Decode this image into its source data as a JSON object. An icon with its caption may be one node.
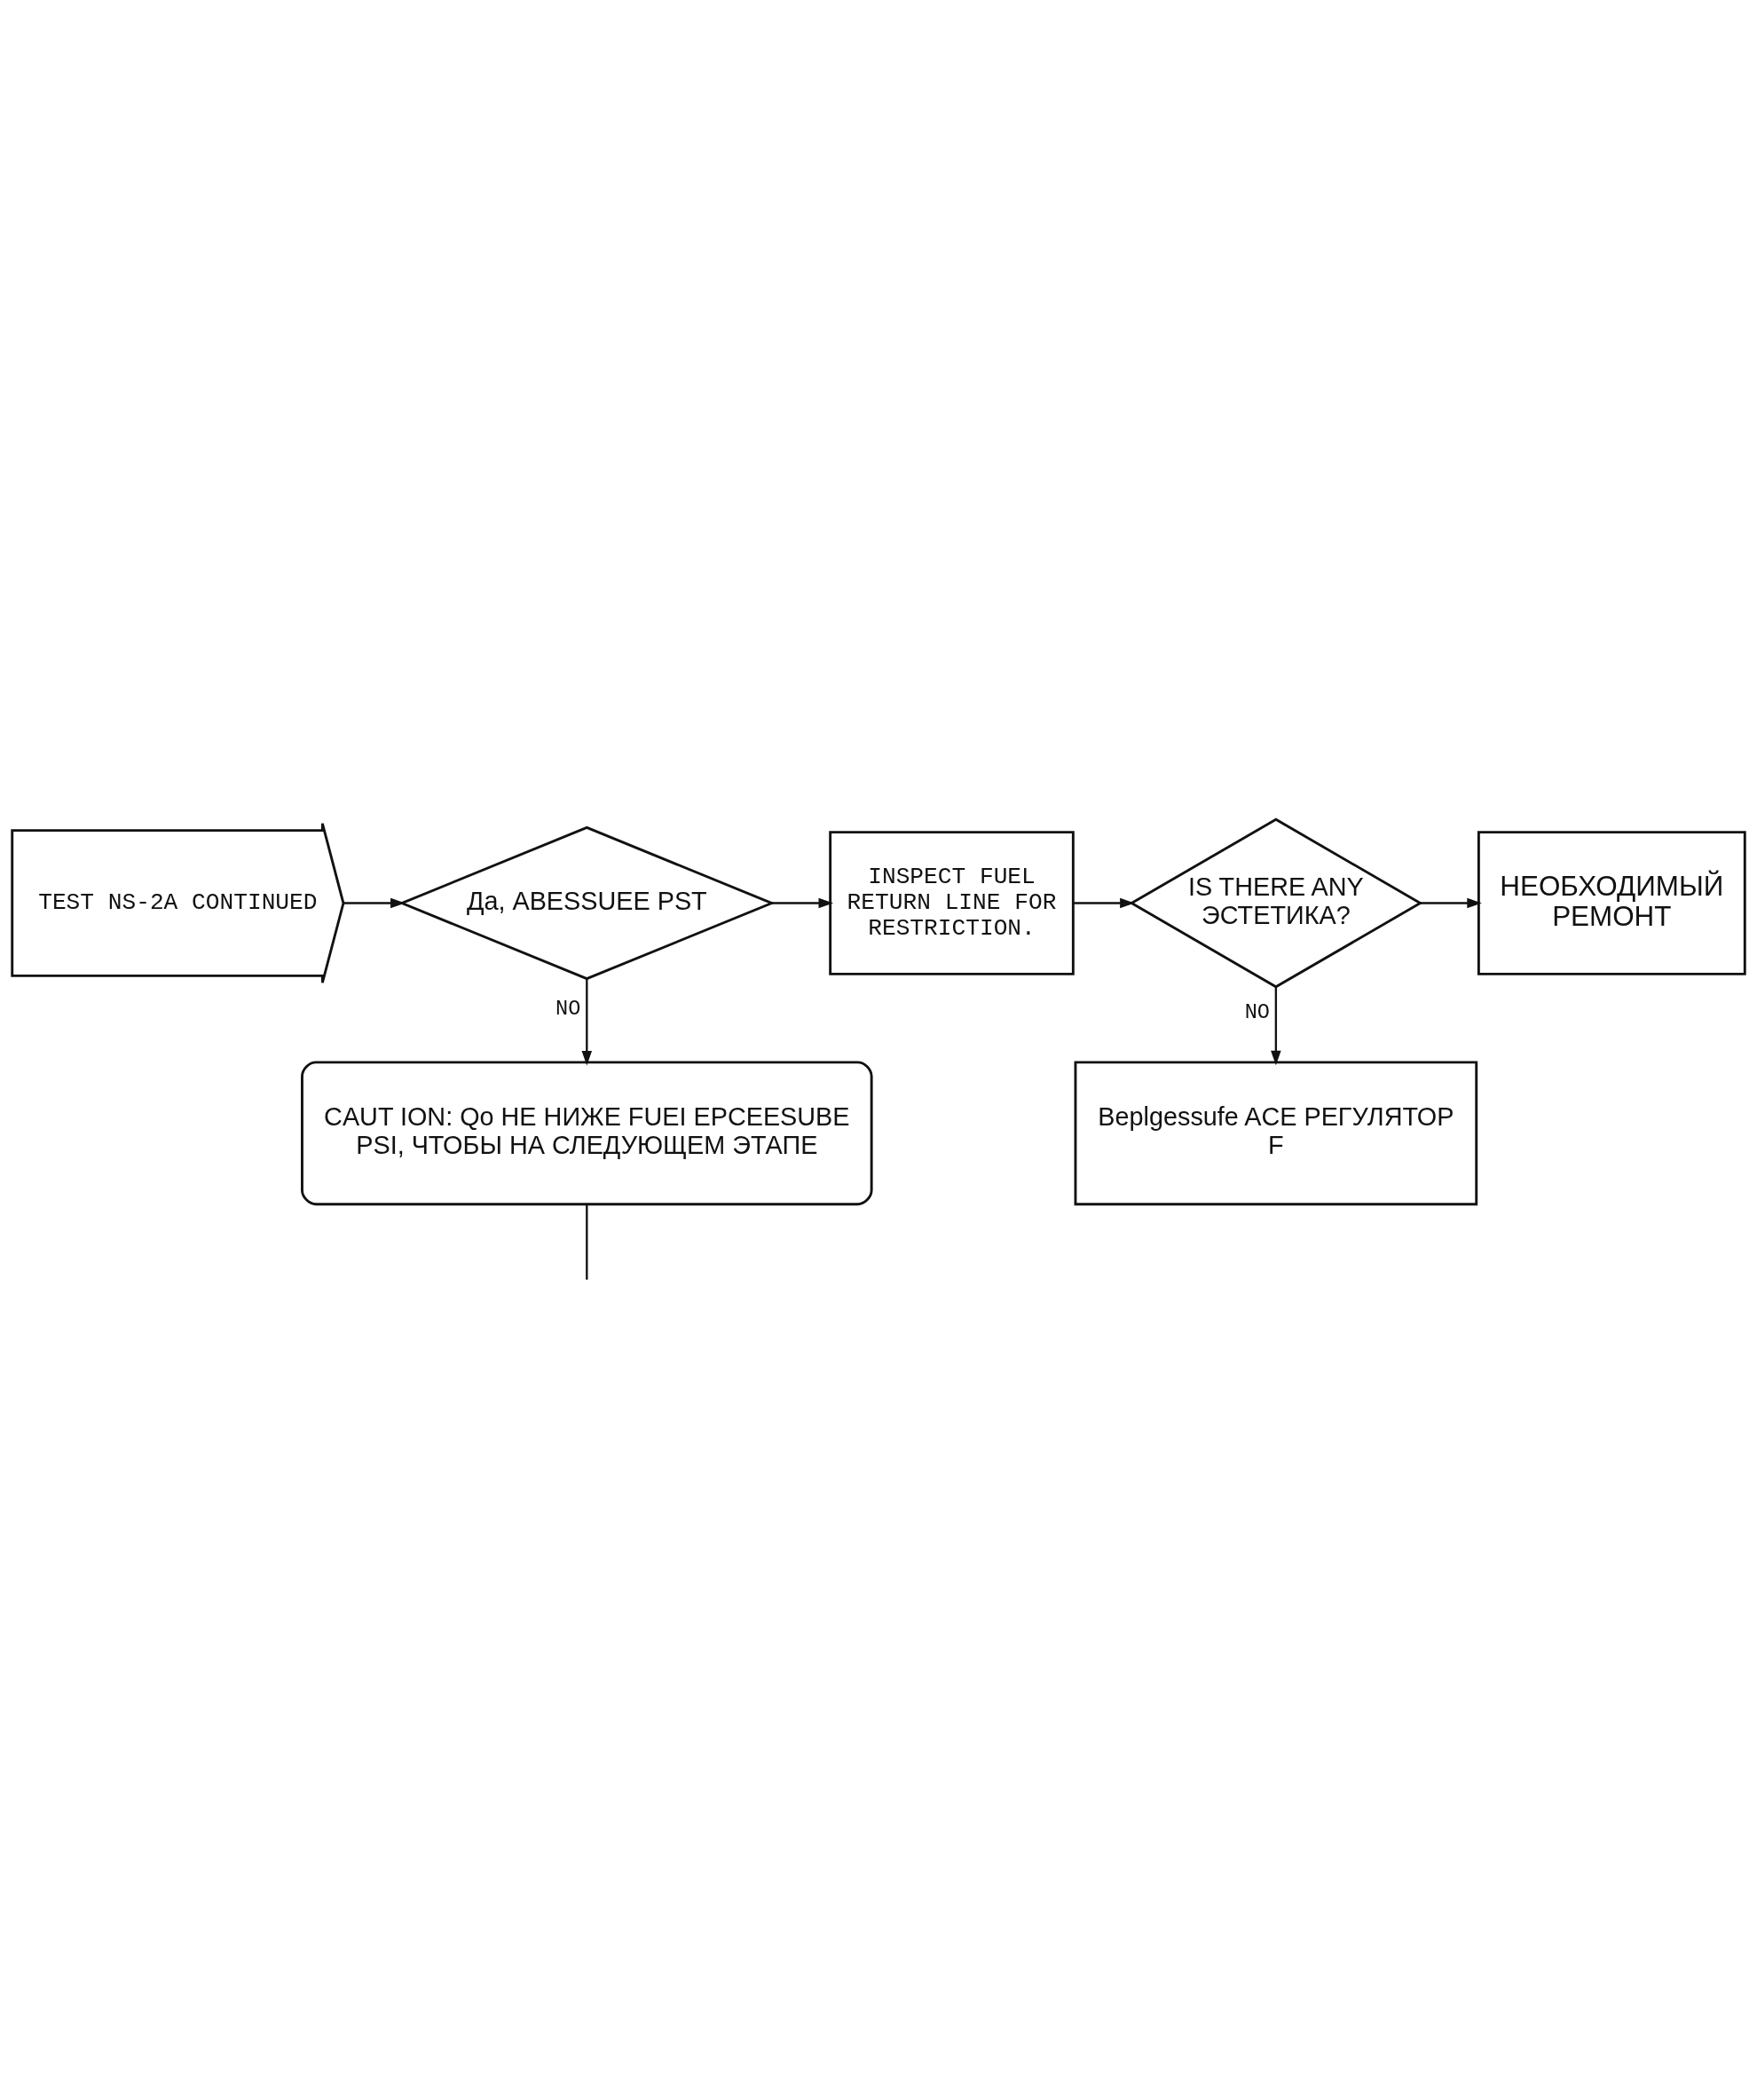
{
  "diagram": {
    "nodes": [
      {
        "text": [
          "TEST NS-2A CONTINUED"
        ]
      },
      {
        "text": [
          "Да, ABESSUEE PST"
        ]
      },
      {
        "text": [
          "INSPECT FUEL RETURN LINE FOR RESTRICTION."
        ]
      },
      {
        "text": [
          "IS THERE ANY",
          "ЭСТЕТИКА?"
        ]
      },
      {
        "text": [
          "НЕОБХОДИМЫЙ РЕМОНТ"
        ]
      },
      {
        "text": [
          "CAUT ION: Qo НЕ НИЖЕ FUEI EPCEESUBE PSI, ЧТОБЫ НА СЛЕДУЮЩЕМ ЭТАПЕ"
        ]
      },
      {
        "text": [
          "Beplgessufe ACE РЕГУЛЯТОР",
          "F"
        ]
      }
    ],
    "edges": [
      {
        "from": 0,
        "to": 1,
        "arrow": "to"
      },
      {
        "from": 1,
        "to": 2,
        "arrow": "to"
      },
      {
        "from": 2,
        "to": 3,
        "arrow": "to"
      },
      {
        "from": 3,
        "to": 4,
        "arrow": "to"
      },
      {
        "from": 1,
        "to": 5,
        "label": "NO",
        "arrow": "to"
      },
      {
        "from": 3,
        "to": 6,
        "label": "NO",
        "arrow": "to"
      },
      {
        "from": 5,
        "to": null,
        "arrow": "none"
      }
    ]
  }
}
